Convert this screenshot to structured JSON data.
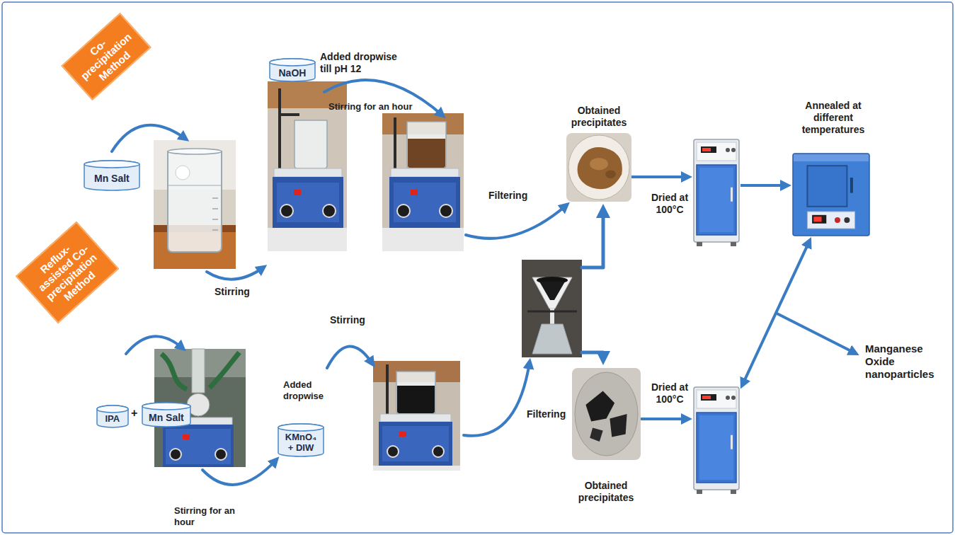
{
  "diagram": {
    "nodes": [
      {
        "text": [
          "Co-precipitation Method"
        ]
      },
      {
        "text": [
          "Mn Salt"
        ]
      },
      {
        "text": [
          "NaOH"
        ]
      },
      {
        "text": [
          "Obtained precipitates"
        ]
      },
      {
        "text": [
          "Dried at 100°C"
        ]
      },
      {
        "text": [
          "Annealed at different temperatures"
        ]
      },
      {
        "text": [
          "Reflux-assisted Co-precipitation Method"
        ]
      },
      {
        "text": [
          "IPA"
        ]
      },
      {
        "text": [
          "Mn Salt"
        ]
      },
      {
        "text": [
          "KMnO₄ + DIW"
        ]
      },
      {
        "text": [
          "Obtained precipitates"
        ]
      },
      {
        "text": [
          "Dried at 100°C"
        ]
      }
    ],
    "edges": [
      {
        "from": 3,
        "to": 4,
        "arrow": "to"
      },
      {
        "from": 4,
        "to": 5,
        "arrow": "to"
      },
      {
        "from": 5,
        "to": 11,
        "arrow": "both"
      },
      {
        "from": 10,
        "to": 11,
        "arrow": "to"
      }
    ],
    "labels": [
      "Added dropwise till pH 12",
      "Stirring for an hour",
      "Stirring",
      "Filtering",
      "+",
      "Added dropwise",
      "Stirring",
      "Stirring for an hour",
      "Filtering",
      "Manganese Oxide nanoparticles"
    ]
  }
}
